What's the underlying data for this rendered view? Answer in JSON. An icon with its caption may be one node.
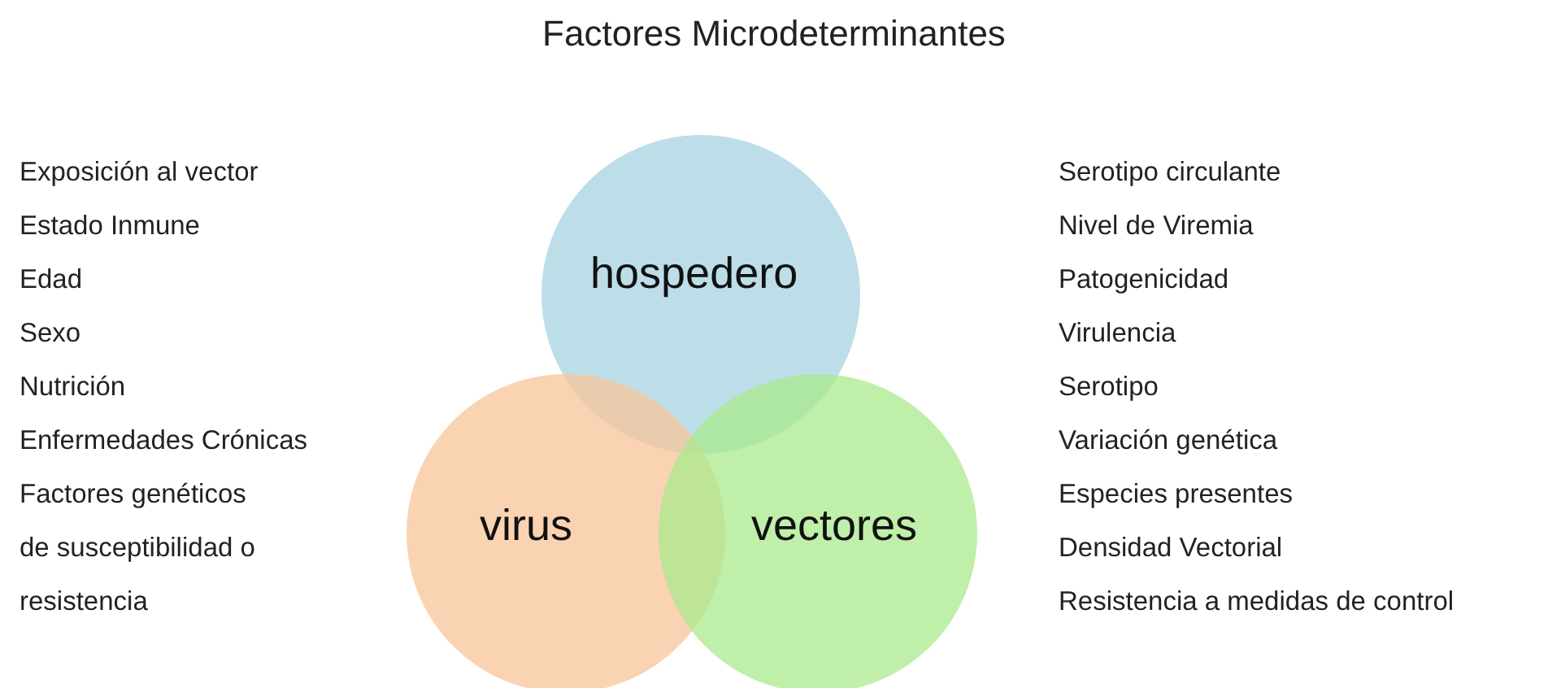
{
  "diagram": {
    "title": "Factores Microdeterminantes",
    "nodes": [
      {
        "text": [
          "hospedero"
        ]
      },
      {
        "text": [
          "virus"
        ]
      },
      {
        "text": [
          "vectores"
        ]
      }
    ],
    "labels": [
      "Exposición al vector",
      "Estado Inmune",
      "Edad",
      "Sexo",
      "Nutrición",
      "Enfermedades Crónicas",
      "Factores genéticos de susceptibilidad o resistencia",
      "Serotipo circulante",
      "Nivel de Viremia",
      "Patogenicidad",
      "Virulencia",
      "Serotipo",
      "Variación genética",
      "Especies presentes",
      "Densidad Vectorial",
      "Resistencia a medidas de control"
    ]
  }
}
